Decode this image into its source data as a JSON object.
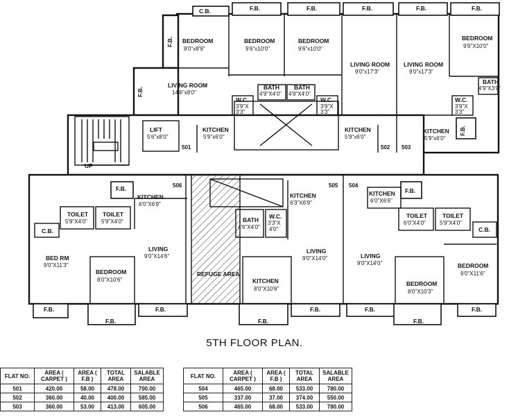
{
  "rooms": {
    "bedroom_501": {
      "name": "BEDROOM",
      "dim": "9'0\"x8'9\""
    },
    "living_501": {
      "name": "LIVING ROOM",
      "dim": "14'6\"x8'0\""
    },
    "lift": {
      "name": "LIFT",
      "dim": "5'6\"x8'0\""
    },
    "kitchen_501": {
      "name": "KITCHEN",
      "dim": "5'9\"x6'0\""
    },
    "wc_501": {
      "name": "W.C.",
      "dim1": "3'9\"X",
      "dim2": "3'3\""
    },
    "bedroom_a": {
      "name": "BEDROOM",
      "dim": "9'6\"x10'0\""
    },
    "bedroom_b": {
      "name": "BEDROOM",
      "dim": "9'6\"x10'0\""
    },
    "bath_a": {
      "name": "BATH",
      "dim": "4'9\"X4'0\""
    },
    "bath_b": {
      "name": "BATH",
      "dim": "4'9\"X4'0\""
    },
    "living_502": {
      "name": "LIVING ROOM",
      "dim": "9'0\"x17'3\""
    },
    "wc_502": {
      "name": "W.C.",
      "dim1": "3'9\"X",
      "dim2": "3'3\""
    },
    "kitchen_502": {
      "name": "KITCHEN",
      "dim": "5'9\"x6'0\""
    },
    "living_503": {
      "name": "LIVING ROOM",
      "dim": "9'0\"x17'3\""
    },
    "bedroom_503": {
      "name": "BEDROOM",
      "dim": "9'6\"X10'0\""
    },
    "bath_503": {
      "name": "BATH",
      "dim": "4'9\"X3'9\""
    },
    "wc_503": {
      "name": "W.C.",
      "dim1": "3'9\"X",
      "dim2": "3'3\""
    },
    "kitchen_503": {
      "name": "KITCHEN",
      "dim": "5'9\"x6'0\""
    },
    "kitchen_506": {
      "name": "KITCHEN",
      "dim": "6'0\"X6'9\""
    },
    "toilet_506a": {
      "name": "TOILET",
      "dim": "5'9\"X4'0\""
    },
    "toilet_506b": {
      "name": "TOILET",
      "dim": "5'9\"X4'0\""
    },
    "bedrm_506": {
      "name": "BED RM",
      "dim": "9'0\"X11'3\""
    },
    "bedroom_506": {
      "name": "BEDROOM",
      "dim": "8'0\"X10'6\""
    },
    "living_506": {
      "name": "LIVING",
      "dim": "9'0\"X14'6\""
    },
    "refuge": {
      "name": "REFUGE AREA"
    },
    "kitchen_505a": {
      "name": "KITCHEN",
      "dim": "6'3\"X6'9\""
    },
    "bath_505": {
      "name": "BATH",
      "dim": "4'6\"X4'0\""
    },
    "wc_505": {
      "name": "W.C.",
      "dim1": "3'3\"X",
      "dim2": "4'0\""
    },
    "living_505": {
      "name": "LIVING",
      "dim": "9'0\"X14'0\""
    },
    "kitchen_505b": {
      "name": "KITCHEN",
      "dim": "8'0\"X10'6\""
    },
    "living_504": {
      "name": "LIVING",
      "dim": "9'0\"X14'0\""
    },
    "kitchen_504": {
      "name": "KITCHEN",
      "dim": "6'0\"X6'6\""
    },
    "toilet_504a": {
      "name": "TOILET",
      "dim": "6'0\"X4'0\""
    },
    "toilet_504b": {
      "name": "TOILET",
      "dim": "5'9\"X4'0\""
    },
    "bedroom_504a": {
      "name": "BEDROOM",
      "dim": "8'0\"X10'3\""
    },
    "bedroom_504b": {
      "name": "BEDROOM",
      "dim": "9'0\"X11'6\""
    }
  },
  "labels": {
    "fb": "F.B.",
    "cb": "C.B.",
    "up": "UP",
    "flat_501": "501",
    "flat_502": "502",
    "flat_503": "503",
    "flat_504": "504",
    "flat_505": "505",
    "flat_506": "506"
  },
  "plan_title": "5TH FLOOR PLAN.",
  "area_table": {
    "headers": [
      "FLAT NO.",
      "AREA ( CARPET )",
      "AREA ( F.B )",
      "TOTAL AREA",
      "SALABLE AREA"
    ],
    "left_rows": [
      [
        "501",
        "420.00",
        "58.00",
        "478.00",
        "700.00"
      ],
      [
        "502",
        "360.00",
        "40.00",
        "400.00",
        "585.00"
      ],
      [
        "503",
        "360.00",
        "53.00",
        "413.00",
        "605.00"
      ]
    ],
    "right_rows": [
      [
        "504",
        "465.00",
        "68.00",
        "533.00",
        "780.00"
      ],
      [
        "505",
        "337.00",
        "37.00",
        "374.00",
        "550.00"
      ],
      [
        "506",
        "465.00",
        "68.00",
        "533.00",
        "780.00"
      ]
    ]
  }
}
